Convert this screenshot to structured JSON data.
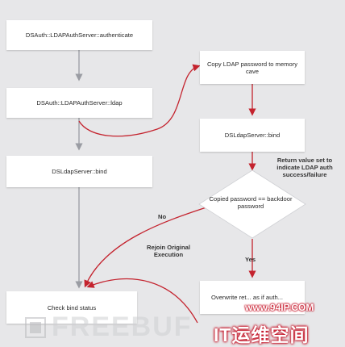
{
  "nodes": {
    "authenticate": "DSAuth::LDAPAuthServer::authenticate",
    "ldap": "DSAuth::LDAPAuthServer::ldap",
    "bind_left": "DSLdapServer::bind",
    "check": "Check bind status",
    "copy": "Copy LDAP password to memory cave",
    "bind_right": "DSLdapServer::bind",
    "decision": "Copied password == backdoor password",
    "overwrite": "Overwrite ret... as if auth..."
  },
  "labels": {
    "return": "Return value set to indicate LDAP auth success/failure",
    "no": "No",
    "yes": "Yes",
    "rejoin": "Rejoin Original Execution"
  },
  "watermarks": {
    "site": "www.94IP.COM",
    "cn": "IT运维空间",
    "freebuf": "FREEBUF"
  },
  "colors": {
    "background": "#e7e7e9",
    "box": "#ffffff",
    "gray_arrow": "#9a9ca3",
    "red_arrow": "#c4232e",
    "watermark": "#c51225"
  }
}
